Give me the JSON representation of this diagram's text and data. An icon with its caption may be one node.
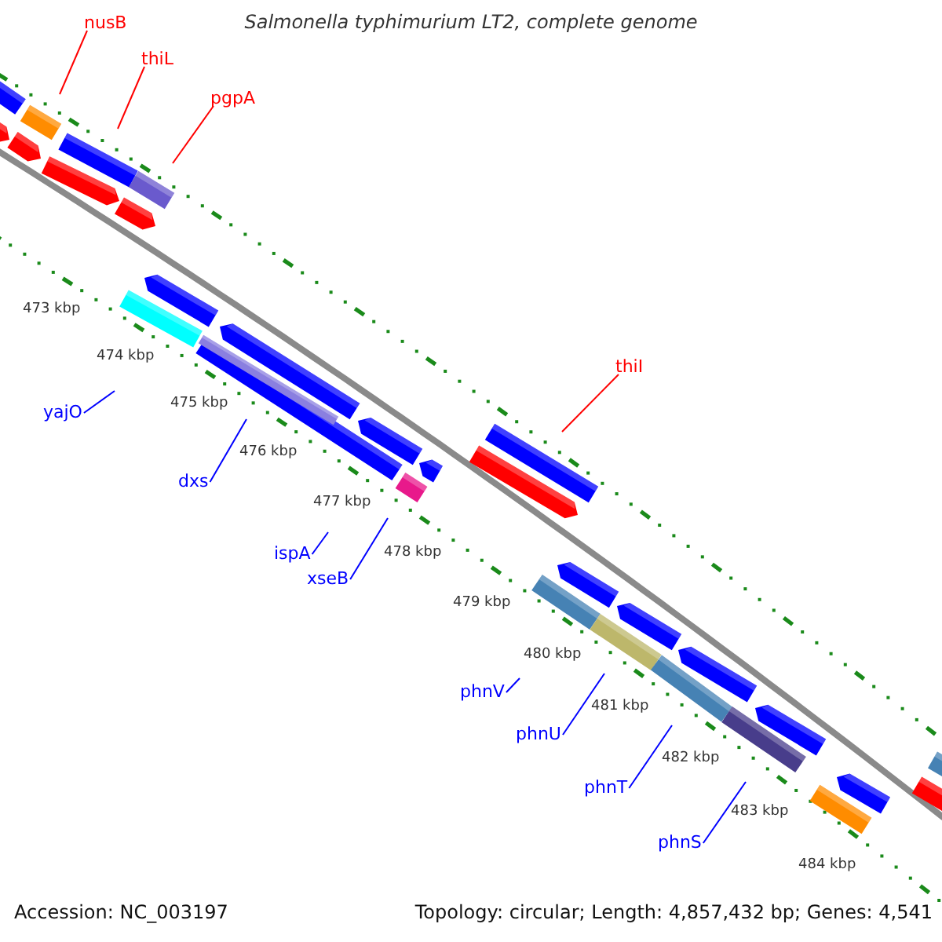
{
  "diagram": {
    "title": "Salmonella typhimurium LT2, complete genome",
    "nodes": [
      {
        "text": [
          "nusB"
        ]
      },
      {
        "text": [
          "thiL"
        ]
      },
      {
        "text": [
          "pgpA"
        ]
      },
      {
        "text": [
          "thiI"
        ]
      },
      {
        "text": [
          "yajO"
        ]
      },
      {
        "text": [
          "dxs"
        ]
      },
      {
        "text": [
          "ispA"
        ]
      },
      {
        "text": [
          "xseB"
        ]
      },
      {
        "text": [
          "phnV"
        ]
      },
      {
        "text": [
          "phnU"
        ]
      },
      {
        "text": [
          "phnT"
        ]
      },
      {
        "text": [
          "phnS"
        ]
      }
    ],
    "edges": [
      {
        "from": 0,
        "to": null,
        "arrow": "none",
        "color": "#ff0000"
      },
      {
        "from": 1,
        "to": null,
        "arrow": "none",
        "color": "#ff0000"
      },
      {
        "from": 2,
        "to": null,
        "arrow": "none",
        "color": "#ff0000"
      },
      {
        "from": 3,
        "to": null,
        "arrow": "none",
        "color": "#ff0000"
      },
      {
        "from": 4,
        "to": null,
        "arrow": "none"
      },
      {
        "from": 5,
        "to": null,
        "arrow": "none"
      },
      {
        "from": 6,
        "to": null,
        "arrow": "none"
      },
      {
        "from": 7,
        "to": null,
        "arrow": "none"
      },
      {
        "from": 8,
        "to": null,
        "arrow": "none"
      },
      {
        "from": 9,
        "to": null,
        "arrow": "none"
      },
      {
        "from": 10,
        "to": null,
        "arrow": "none"
      },
      {
        "from": 11,
        "to": null,
        "arrow": "none"
      }
    ],
    "labels": [
      "473 kbp",
      "474 kbp",
      "475 kbp",
      "476 kbp",
      "477 kbp",
      "478 kbp",
      "479 kbp",
      "480 kbp",
      "481 kbp",
      "482 kbp",
      "483 kbp",
      "484 kbp",
      "Accession: NC_003197",
      "Topology: circular; Length: 4,857,432 bp; Genes: 4,541"
    ]
  }
}
